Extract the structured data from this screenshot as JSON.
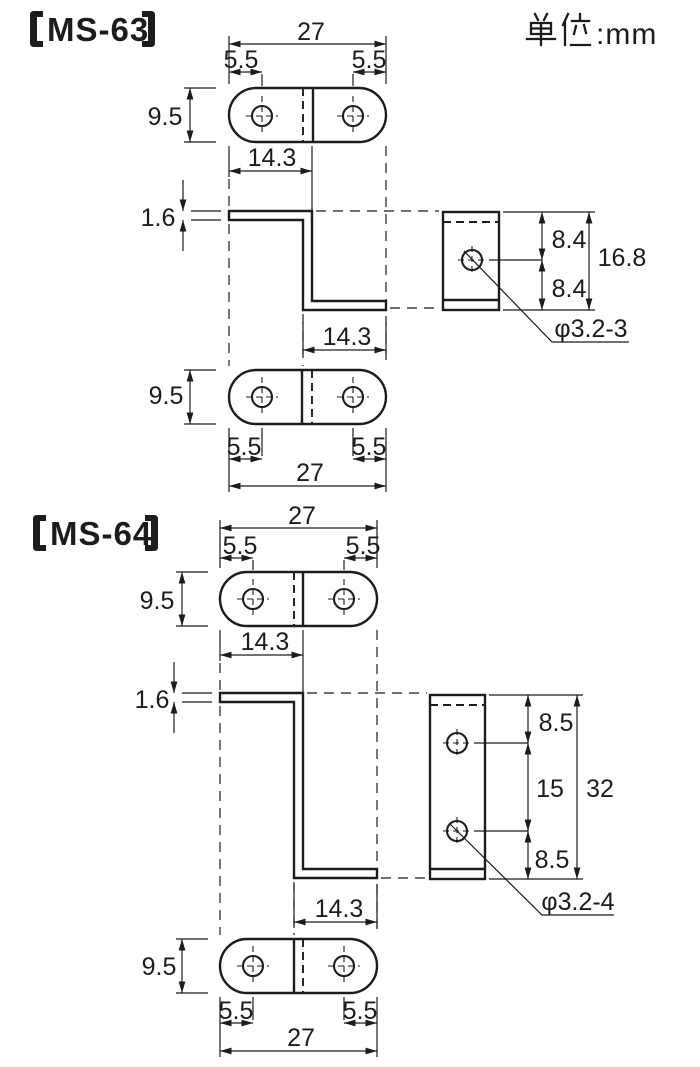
{
  "page": {
    "unit_label": "単位:mm",
    "unit_suffix": ":mm",
    "background_color": "#ffffff",
    "line_color": "#1c1c1c"
  },
  "sections": [
    {
      "model": "MS-63",
      "title": "【MS-63】",
      "top_view": {
        "overall_width": "27",
        "hole_offset_left": "5.5",
        "hole_offset_right": "5.5",
        "plate_width": "9.5",
        "bend_length": "14.3"
      },
      "profile_view": {
        "thickness": "1.6",
        "bend_length": "14.3"
      },
      "side_view": {
        "upper": "8.4",
        "lower": "8.4",
        "overall": "16.8",
        "hole_spec": "φ3.2-3"
      },
      "bottom_view": {
        "overall_width": "27",
        "hole_offset_left": "5.5",
        "hole_offset_right": "5.5",
        "plate_width": "9.5"
      }
    },
    {
      "model": "MS-64",
      "title": "【MS-64】",
      "top_view": {
        "overall_width": "27",
        "hole_offset_left": "5.5",
        "hole_offset_right": "5.5",
        "plate_width": "9.5",
        "bend_length": "14.3"
      },
      "profile_view": {
        "thickness": "1.6",
        "bend_length": "14.3"
      },
      "side_view": {
        "upper": "8.5",
        "middle": "15",
        "lower": "8.5",
        "overall": "32",
        "hole_spec": "φ3.2-4"
      },
      "bottom_view": {
        "overall_width": "27",
        "hole_offset_left": "5.5",
        "hole_offset_right": "5.5",
        "plate_width": "9.5"
      }
    }
  ]
}
